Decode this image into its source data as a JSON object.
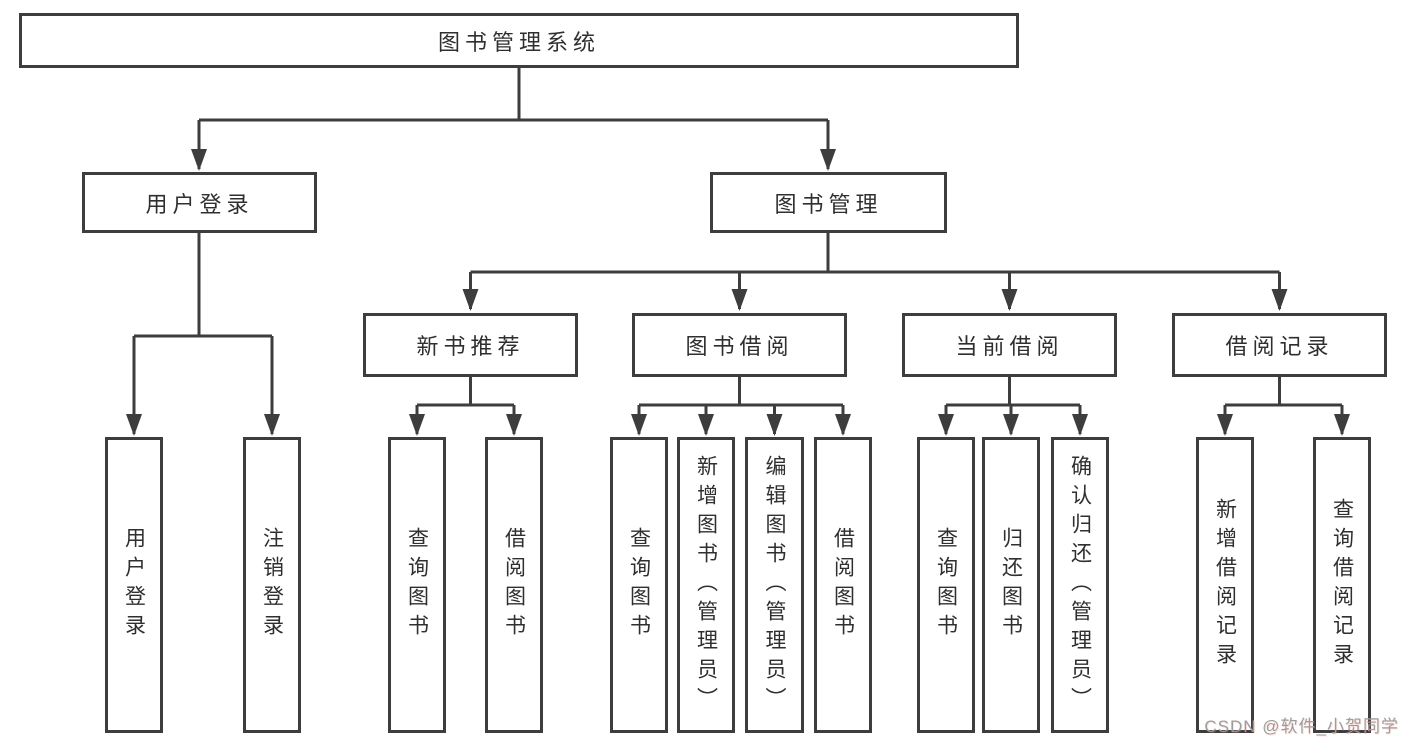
{
  "diagram": {
    "type": "hierarchy-tree",
    "title": "图书管理系统",
    "watermark": "CSDN @软件_小贺同学",
    "colors": {
      "line": "#3d3d3d",
      "text": "#2f2f2f",
      "background": "#ffffff",
      "watermark": "#9c9c9c"
    },
    "nodes": [
      {
        "id": "root",
        "label": "图书管理系统",
        "level": 1,
        "orientation": "horizontal"
      },
      {
        "id": "user-login",
        "label": "用户登录",
        "level": 2,
        "orientation": "horizontal"
      },
      {
        "id": "book-mgmt",
        "label": "图书管理",
        "level": 2,
        "orientation": "horizontal"
      },
      {
        "id": "new-book-rec",
        "label": "新书推荐",
        "level": 3,
        "orientation": "horizontal"
      },
      {
        "id": "book-borrow",
        "label": "图书借阅",
        "level": 3,
        "orientation": "horizontal"
      },
      {
        "id": "current-borrow",
        "label": "当前借阅",
        "level": 3,
        "orientation": "horizontal"
      },
      {
        "id": "borrow-records",
        "label": "借阅记录",
        "level": 3,
        "orientation": "horizontal"
      },
      {
        "id": "leaf-user-login",
        "label": "用户登录",
        "level": 4,
        "orientation": "vertical"
      },
      {
        "id": "leaf-logout",
        "label": "注销登录",
        "level": 4,
        "orientation": "vertical"
      },
      {
        "id": "leaf-query-book-1",
        "label": "查询图书",
        "level": 4,
        "orientation": "vertical"
      },
      {
        "id": "leaf-borrow-book-1",
        "label": "借阅图书",
        "level": 4,
        "orientation": "vertical"
      },
      {
        "id": "leaf-query-book-2",
        "label": "查询图书",
        "level": 4,
        "orientation": "vertical"
      },
      {
        "id": "leaf-add-book",
        "label": "新增图书（管理员）",
        "level": 4,
        "orientation": "vertical"
      },
      {
        "id": "leaf-edit-book",
        "label": "编辑图书（管理员）",
        "level": 4,
        "orientation": "vertical"
      },
      {
        "id": "leaf-borrow-book-2",
        "label": "借阅图书",
        "level": 4,
        "orientation": "vertical"
      },
      {
        "id": "leaf-query-book-3",
        "label": "查询图书",
        "level": 4,
        "orientation": "vertical"
      },
      {
        "id": "leaf-return-book",
        "label": "归还图书",
        "level": 4,
        "orientation": "vertical"
      },
      {
        "id": "leaf-confirm-return",
        "label": "确认归还（管理员）",
        "level": 4,
        "orientation": "vertical"
      },
      {
        "id": "leaf-add-record",
        "label": "新增借阅记录",
        "level": 4,
        "orientation": "vertical"
      },
      {
        "id": "leaf-query-record",
        "label": "查询借阅记录",
        "level": 4,
        "orientation": "vertical"
      }
    ],
    "edges": [
      [
        "root",
        "user-login"
      ],
      [
        "root",
        "book-mgmt"
      ],
      [
        "user-login",
        "leaf-user-login"
      ],
      [
        "user-login",
        "leaf-logout"
      ],
      [
        "book-mgmt",
        "new-book-rec"
      ],
      [
        "book-mgmt",
        "book-borrow"
      ],
      [
        "book-mgmt",
        "current-borrow"
      ],
      [
        "book-mgmt",
        "borrow-records"
      ],
      [
        "new-book-rec",
        "leaf-query-book-1"
      ],
      [
        "new-book-rec",
        "leaf-borrow-book-1"
      ],
      [
        "book-borrow",
        "leaf-query-book-2"
      ],
      [
        "book-borrow",
        "leaf-add-book"
      ],
      [
        "book-borrow",
        "leaf-edit-book"
      ],
      [
        "book-borrow",
        "leaf-borrow-book-2"
      ],
      [
        "current-borrow",
        "leaf-query-book-3"
      ],
      [
        "current-borrow",
        "leaf-return-book"
      ],
      [
        "current-borrow",
        "leaf-confirm-return"
      ],
      [
        "borrow-records",
        "leaf-add-record"
      ],
      [
        "borrow-records",
        "leaf-query-record"
      ]
    ]
  }
}
